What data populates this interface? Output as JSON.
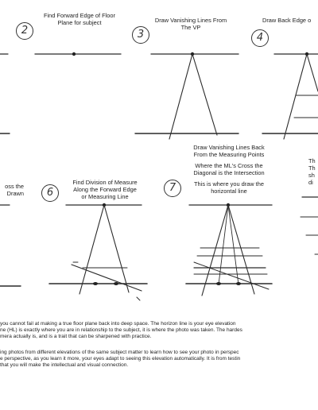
{
  "steps": [
    {
      "number": "2",
      "caption": [
        "Find Forward Edge of Floor",
        "Plane for subject"
      ]
    },
    {
      "number": "3",
      "caption": [
        "Draw Vanishing Lines From",
        "The VP"
      ]
    },
    {
      "number": "4",
      "caption": [
        "Draw Back Edge o"
      ]
    },
    {
      "number": "",
      "caption": [
        "oss the",
        "Drawn"
      ]
    },
    {
      "number": "6",
      "caption": [
        "Find Division of Measure",
        "Along the Forward Edge",
        "or Measuring Line"
      ]
    },
    {
      "number": "7",
      "caption": [
        "Draw Vanishing Lines Back",
        "From the Measuring Points",
        "",
        "Where the ML's Cross the",
        "Diagonal is the Intersection",
        "",
        "This is where you draw the",
        "horizontal line"
      ]
    },
    {
      "number": "",
      "caption": [
        "Th",
        "Th",
        "sh",
        "di"
      ]
    }
  ],
  "paragraphs": [
    [
      "you cannot fail at making a true floor plane back into deep space.   The horizon line is your eye elevation",
      "ne (HL) is exactly where you are in relationship to the subject, it is where the photo was taken.  The hardes",
      "mera actually is, and is a trait that can be sharpened with practice."
    ],
    [
      "ing photos from different elevations of the same subject matter to learn how to see your photo in perspec",
      "e perspective, as you learn it more, your eyes adapt to seeing this elevation automatically. It is from testin",
      "that you will make the intellectual and visual connection."
    ]
  ]
}
